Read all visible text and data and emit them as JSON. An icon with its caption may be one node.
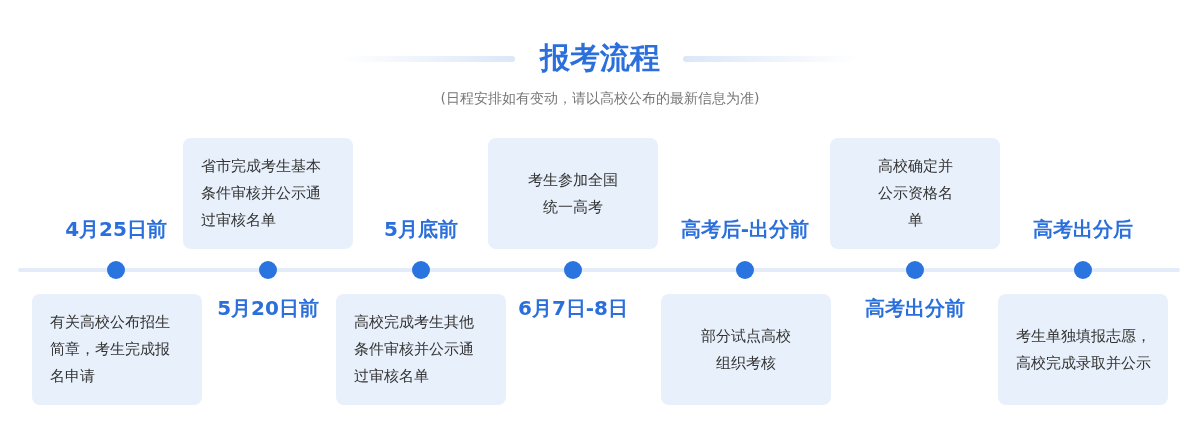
{
  "diagram": {
    "title": "报考流程",
    "nodes": [
      {
        "text": [
          "有关高校公布招生简章，考生完成报名申请"
        ]
      },
      {
        "text": [
          "省市完成考生基本条件审核并公示通过审核名单"
        ]
      },
      {
        "text": [
          "高校完成考生其他条件审核并公示通过审核名单"
        ]
      },
      {
        "text": [
          "考生参加全国统一高考"
        ]
      },
      {
        "text": [
          "部分试点高校组织考核"
        ]
      },
      {
        "text": [
          "高校确定并公示资格名单"
        ]
      },
      {
        "text": [
          "考生单独填报志愿，高校完成录取并公示"
        ]
      }
    ],
    "edges": [],
    "labels": [
      "(日程安排如有变动，请以高校公布的最新信息为准)",
      "4月25日前",
      "5月20日前",
      "5月底前",
      "6月7日-8日",
      "高考后-出分前",
      "高考出分前",
      "高考出分后"
    ]
  }
}
